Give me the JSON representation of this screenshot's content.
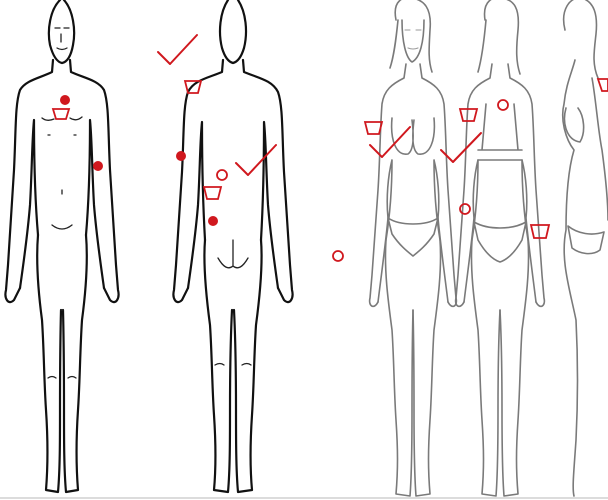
{
  "diagram": {
    "panels": [
      {
        "id": "male-front",
        "view": "front"
      },
      {
        "id": "male-back",
        "view": "back"
      },
      {
        "id": "female-front",
        "view": "front"
      },
      {
        "id": "female-back",
        "view": "back"
      },
      {
        "id": "female-side",
        "view": "side"
      }
    ],
    "marker_color": "#d0181e",
    "marker_types": [
      "filled-dot",
      "hollow-circle",
      "trapezoid",
      "check-mark"
    ]
  }
}
